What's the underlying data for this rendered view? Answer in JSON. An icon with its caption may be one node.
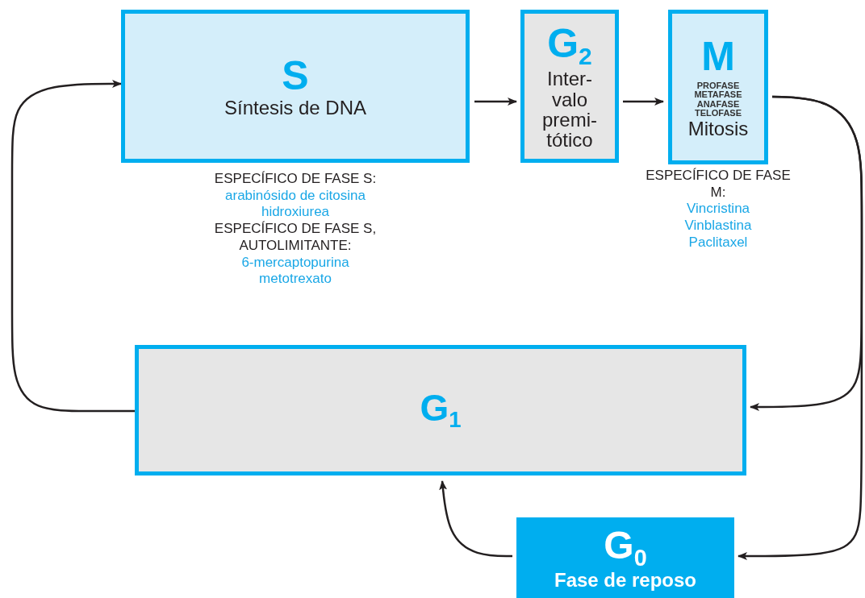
{
  "diagram": {
    "nodes": [
      {
        "text": [
          "S",
          "Síntesis de DNA"
        ],
        "beside": [
          "ESPECÍFICO DE FASE S:",
          "arabinósido de citosina",
          "hidroxiurea",
          "ESPECÍFICO DE FASE S, AUTOLIMITANTE:",
          "6-mercaptopurina",
          "metotrexato"
        ]
      },
      {
        "text": [
          "G$_{2}$",
          "Inter- valo premi- tótico"
        ]
      },
      {
        "text": [
          "M",
          "PROFASE",
          "METAFASE",
          "ANAFASE",
          "TELOFASE",
          "Mitosis"
        ],
        "beside": [
          "ESPECÍFICO DE FASE M:",
          "Vincristina",
          "Vinblastina",
          "Paclitaxel"
        ]
      },
      {
        "text": [
          "G$_{1}$"
        ]
      },
      {
        "text": [
          "G$_{0}$",
          "Fase de reposo"
        ]
      }
    ],
    "edges": [
      {
        "from": 3,
        "to": 0,
        "arrow": "to"
      },
      {
        "from": 0,
        "to": 1,
        "arrow": "to"
      },
      {
        "from": 1,
        "to": 2,
        "arrow": "to"
      },
      {
        "from": 2,
        "to": 3,
        "arrow": "to"
      },
      {
        "from": 2,
        "to": 4,
        "arrow": "to"
      },
      {
        "from": 4,
        "to": 3,
        "arrow": "to"
      }
    ]
  }
}
